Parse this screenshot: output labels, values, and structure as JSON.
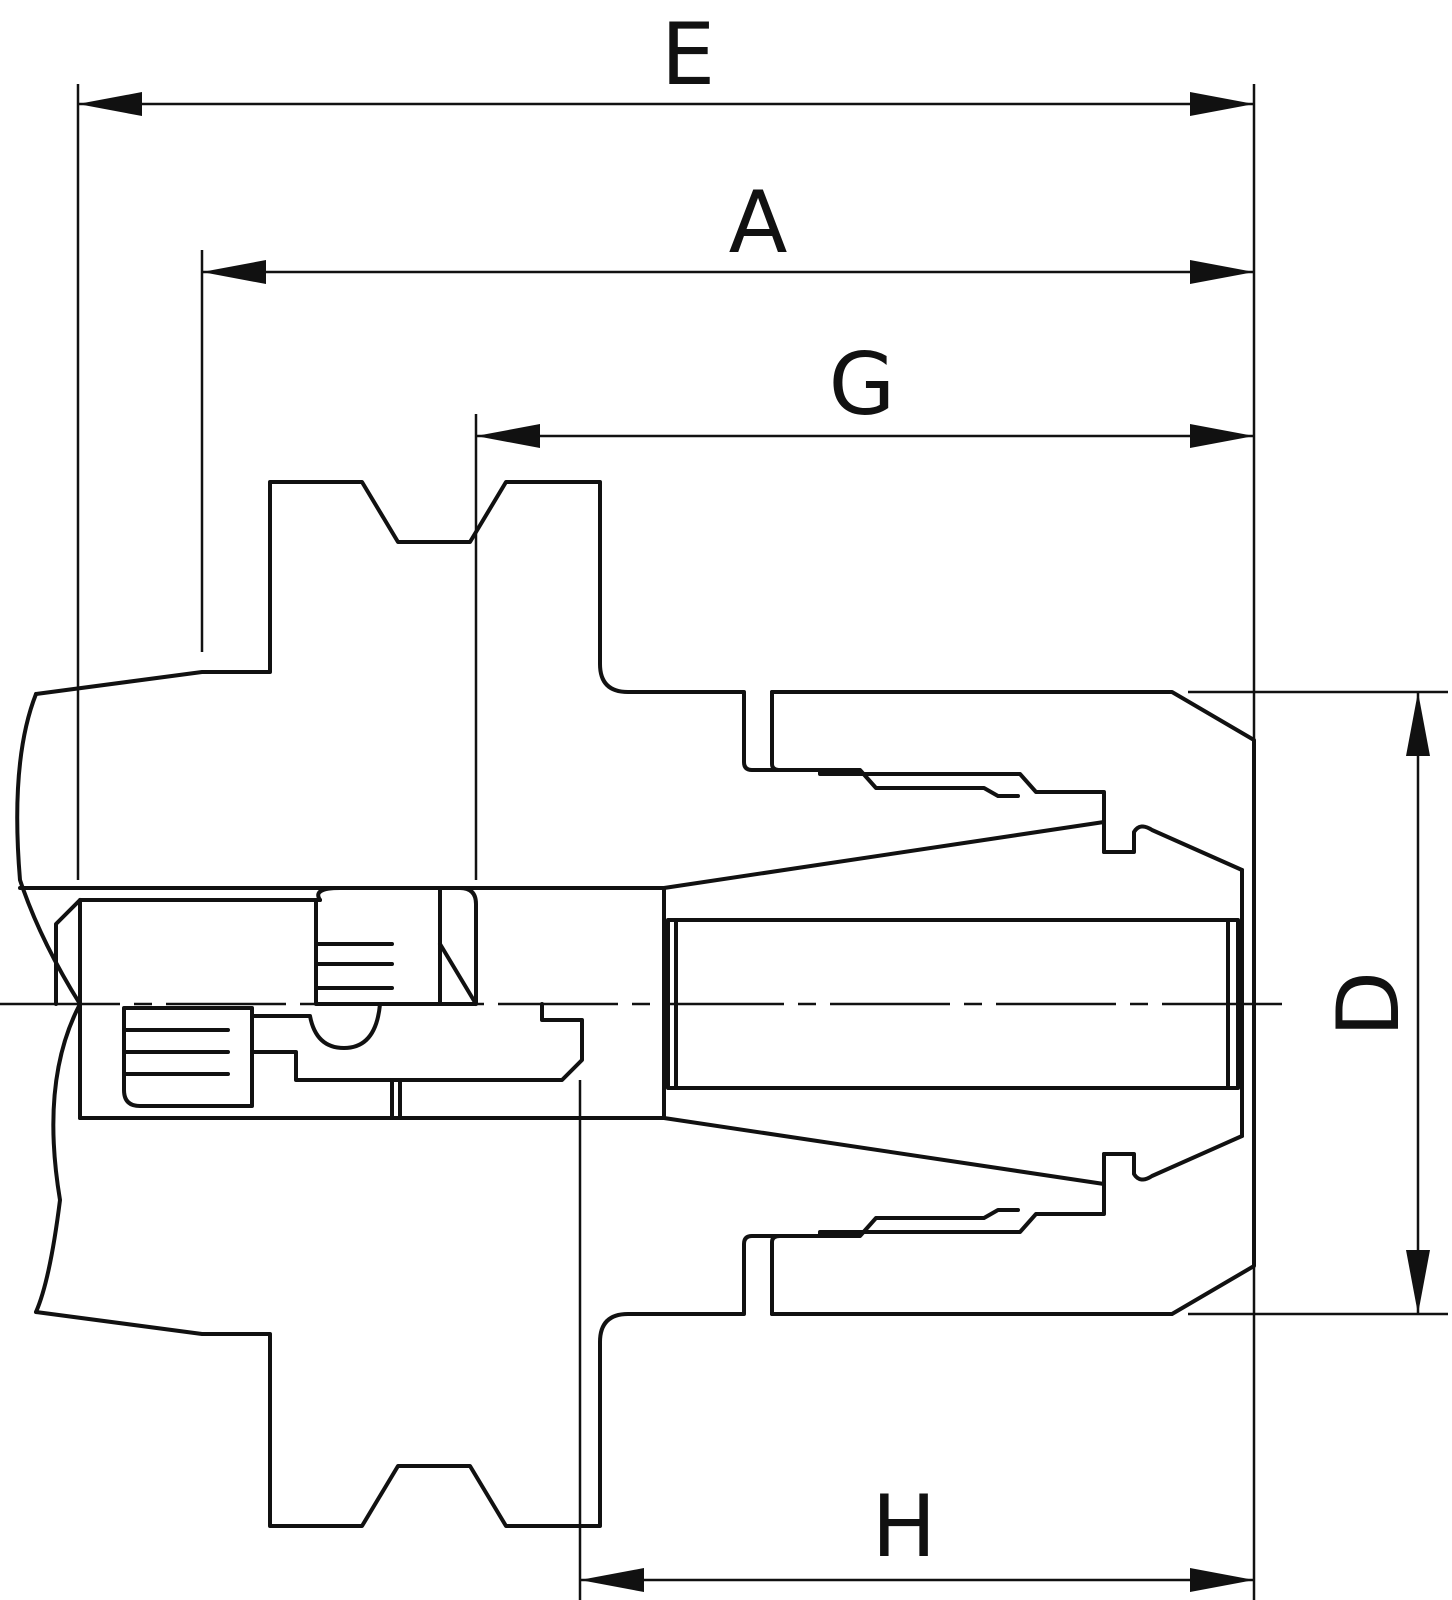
{
  "dimensions": {
    "E": "E",
    "A": "A",
    "G": "G",
    "D": "D",
    "H": "H"
  },
  "colors": {
    "line": "#111111",
    "background": "#ffffff"
  }
}
